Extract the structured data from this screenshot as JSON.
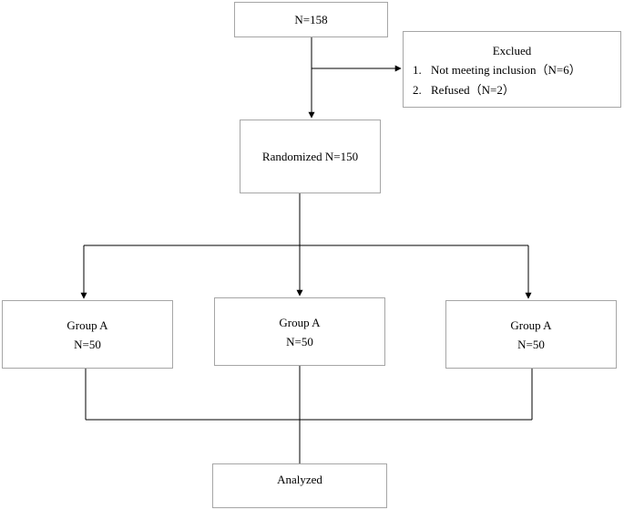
{
  "flowchart": {
    "total": {
      "label": "N=158"
    },
    "excluded": {
      "title": "Exclued",
      "items": [
        {
          "number": "1.",
          "text": "Not meeting inclusion（N=6）"
        },
        {
          "number": "2.",
          "text": "Refused（N=2）"
        }
      ]
    },
    "randomized": {
      "label": "Randomized N=150"
    },
    "groups": [
      {
        "name": "Group A",
        "n": "N=50"
      },
      {
        "name": "Group A",
        "n": "N=50"
      },
      {
        "name": "Group A",
        "n": "N=50"
      }
    ],
    "analyzed": {
      "label": "Analyzed"
    }
  },
  "colors": {
    "box_border": "#a6a6a6",
    "connector": "#000000",
    "text": "#000000",
    "background": "#ffffff"
  }
}
